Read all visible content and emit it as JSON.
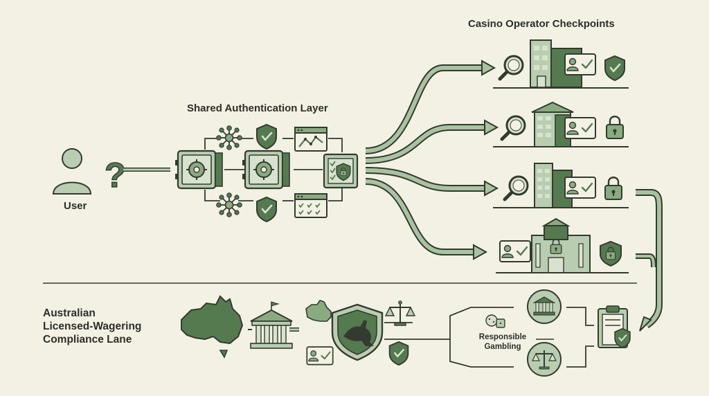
{
  "labels": {
    "operators_title": "Casino Operator Checkpoints",
    "shared_layer_title": "Shared Authentication Layer",
    "user_label": "User",
    "compliance_lane_line1": "Australian",
    "compliance_lane_line2": "Licensed-Wagering",
    "compliance_lane_line3": "Compliance Lane",
    "responsible_gambling_line1": "Responsible",
    "responsible_gambling_line2": "Gambling"
  },
  "colors": {
    "background": "#f3f1e3",
    "dark_green": "#557a50",
    "mid_green": "#8aab80",
    "light_green": "#b9cdb0",
    "pale_green": "#d8e3cf",
    "outline": "#333a30",
    "arrow_fill": "#a9c29f"
  },
  "icons": {
    "user": "user-question-icon",
    "vault": "vault-icon",
    "network": "network-nodes-icon",
    "shield": "shield-check-icon",
    "chart": "browser-chart-icon",
    "checklist": "checklist-lock-icon",
    "magnifier": "magnifier-icon",
    "building": "office-building-icon",
    "id_card": "id-card-check-icon",
    "padlock": "padlock-icon",
    "australia": "australia-map-icon",
    "government": "government-building-icon",
    "kangaroo": "kangaroo-shield-icon",
    "scales": "scales-of-justice-icon",
    "clipboard": "clipboard-shield-icon",
    "dice": "dice-icon"
  }
}
